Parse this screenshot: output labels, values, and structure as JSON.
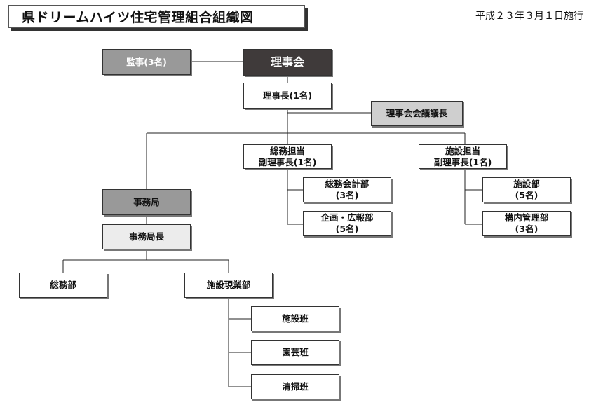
{
  "title": "県ドリームハイツ住宅管理組合組織図",
  "effective_date": "平成２３年３月１日施行",
  "nodes": {
    "board": "理事会",
    "auditor": "監事(3名)",
    "chairman": "理事長(1名)",
    "board_chair": "理事会会議議長",
    "vice_general": [
      "総務担当",
      "副理事長(1名)"
    ],
    "vice_facilities": [
      "施設担当",
      "副理事長(1名)"
    ],
    "general_accounting": [
      "総務会計部",
      "(3名)"
    ],
    "planning_pr": [
      "企画・広報部",
      "(5名)"
    ],
    "facilities_dept": [
      "施設部",
      "(5名)"
    ],
    "premises_mgmt": [
      "構内管理部",
      "(3名)"
    ],
    "secretariat": "事務局",
    "secretariat_head": "事務局長",
    "general_affairs": "総務部",
    "facility_operations": "施設現業部",
    "facility_team": "施設班",
    "gardening_team": "園芸班",
    "cleaning_team": "清掃班"
  }
}
